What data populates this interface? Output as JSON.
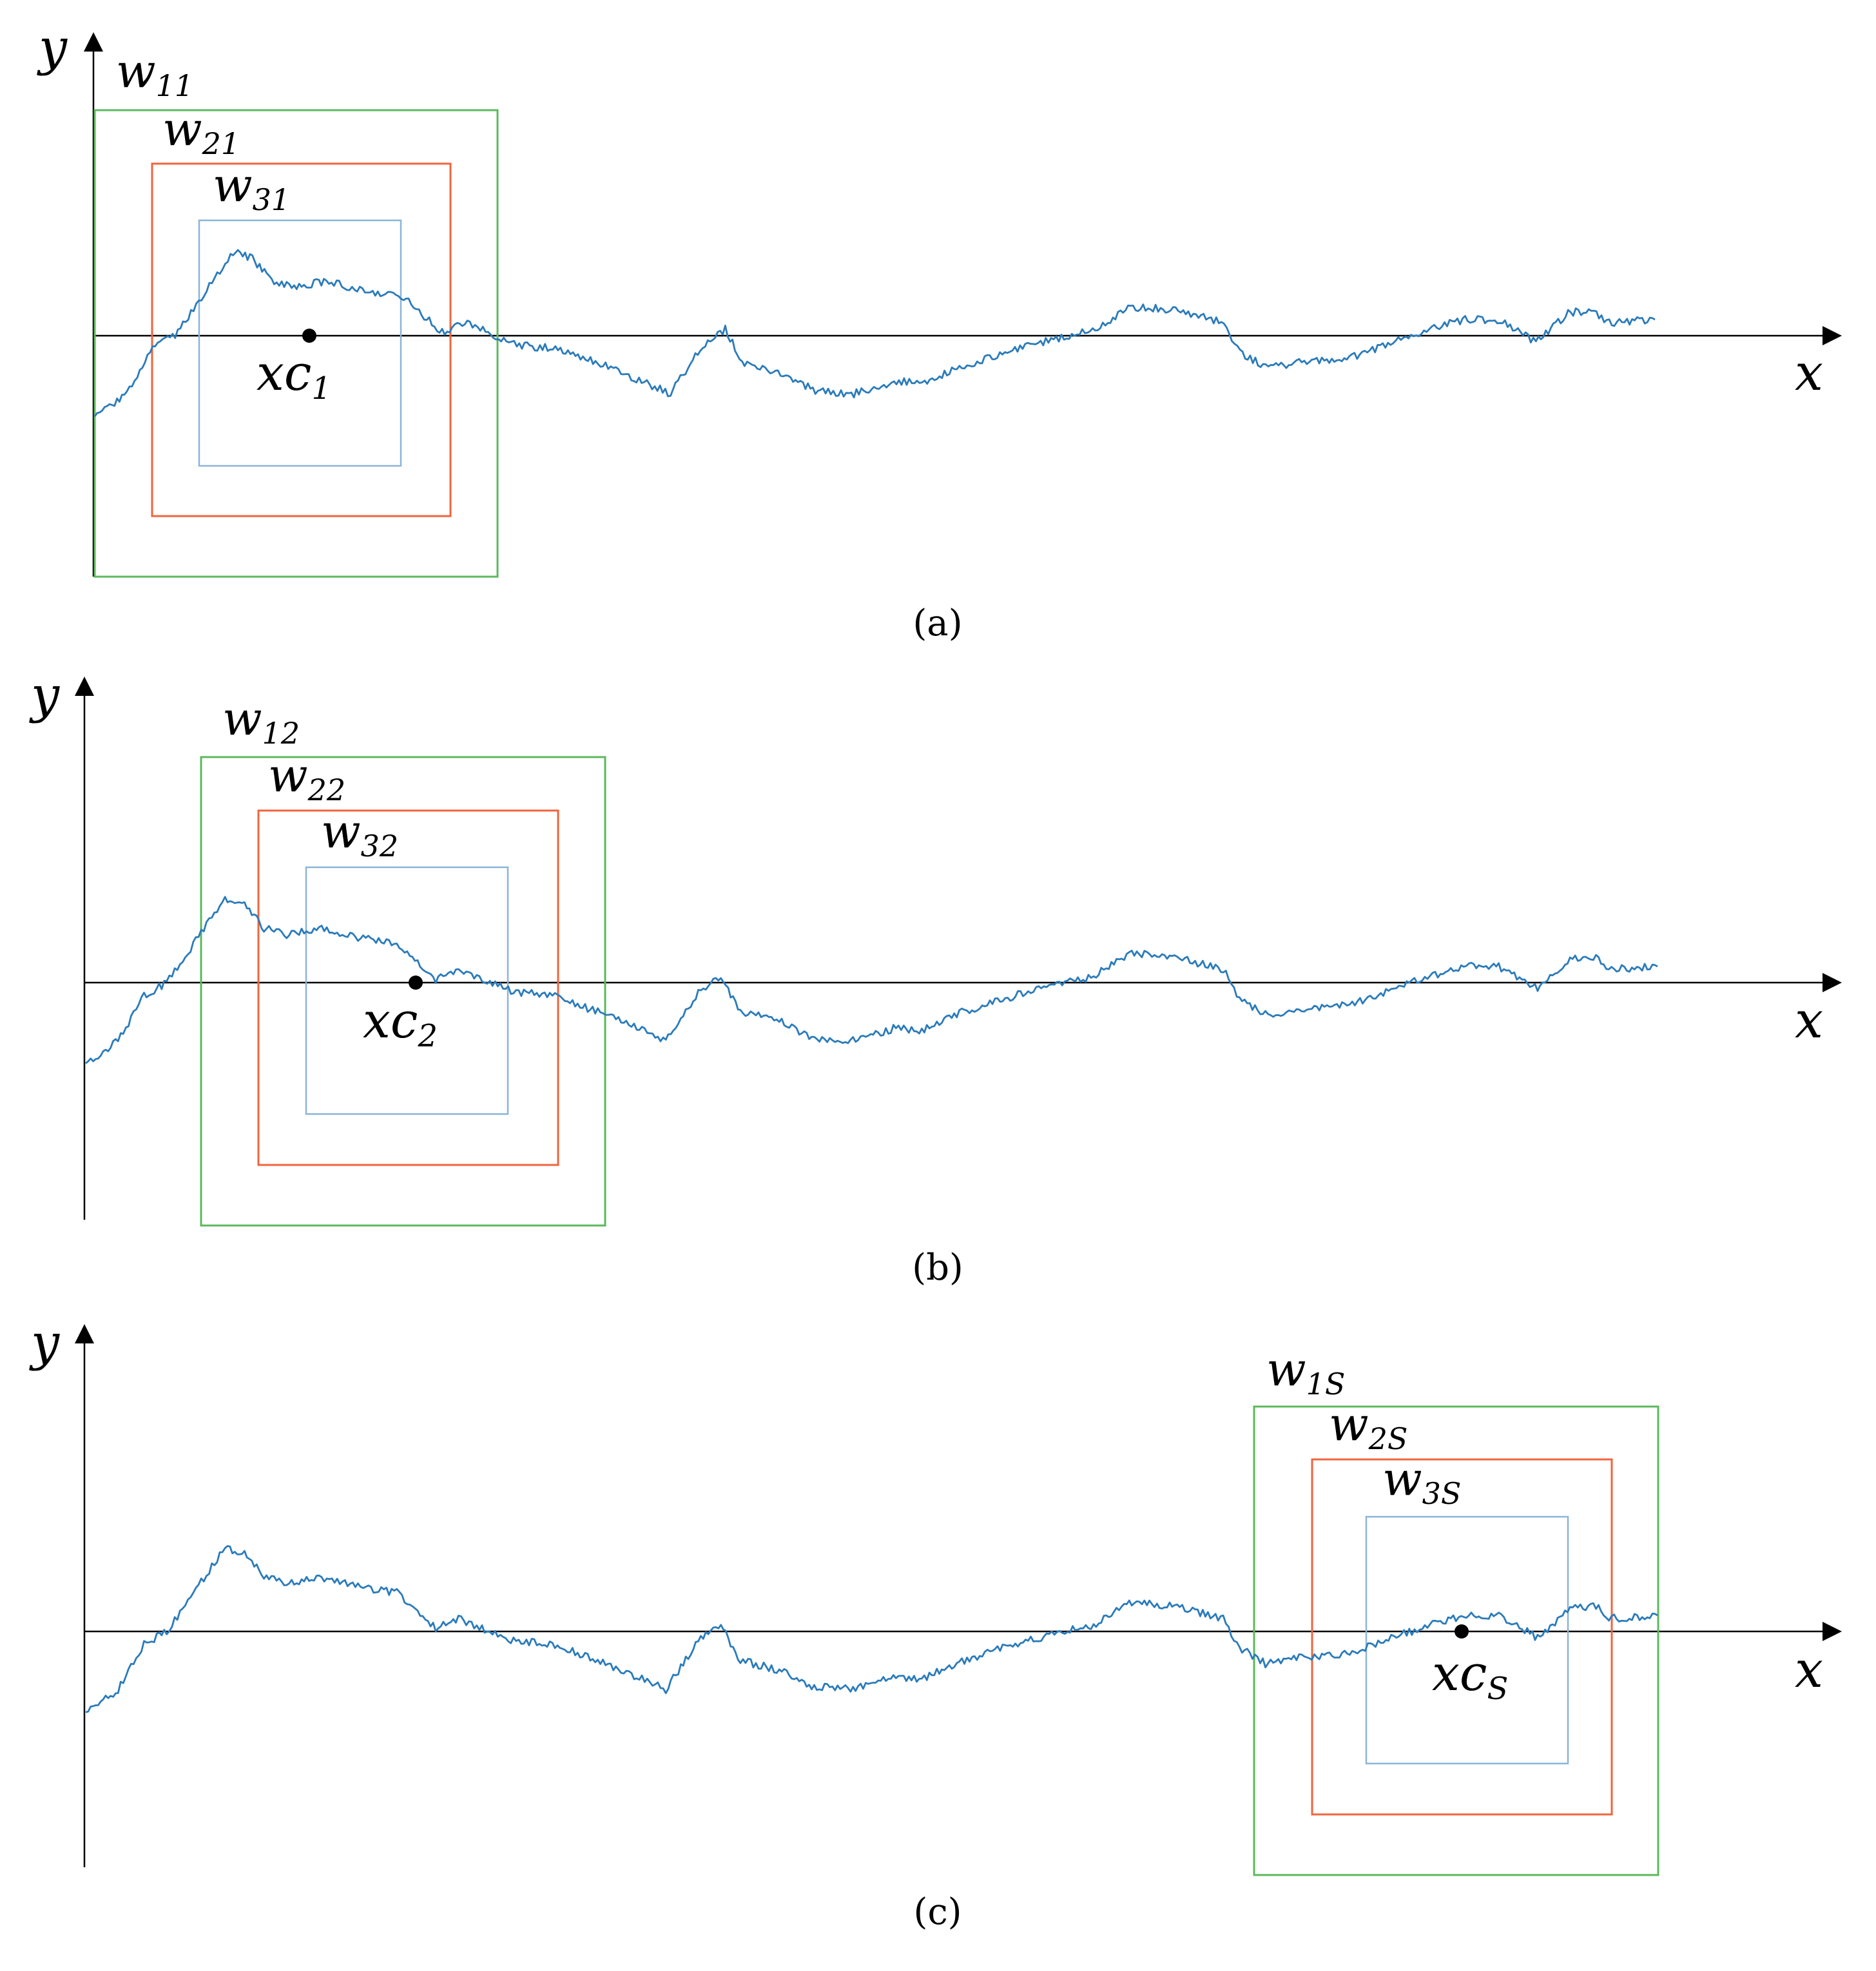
{
  "colors": {
    "axis": "#000000",
    "signal": "#2b7bba",
    "window_1": "#5cb85c",
    "window_2": "#f0643c",
    "window_3": "#8cb4d8"
  },
  "axis_labels": {
    "x": "x",
    "y": "y"
  },
  "panels": [
    {
      "id": "a",
      "caption": "(a)",
      "windows": [
        {
          "label_main": "w",
          "label_sub": "11"
        },
        {
          "label_main": "w",
          "label_sub": "21"
        },
        {
          "label_main": "w",
          "label_sub": "31"
        }
      ],
      "center": {
        "label_main": "xc",
        "label_sub": "1"
      }
    },
    {
      "id": "b",
      "caption": "(b)",
      "windows": [
        {
          "label_main": "w",
          "label_sub": "12"
        },
        {
          "label_main": "w",
          "label_sub": "22"
        },
        {
          "label_main": "w",
          "label_sub": "32"
        }
      ],
      "center": {
        "label_main": "xc",
        "label_sub": "2"
      }
    },
    {
      "id": "c",
      "caption": "(c)",
      "windows": [
        {
          "label_main": "w",
          "label_sub": "1S"
        },
        {
          "label_main": "w",
          "label_sub": "2S"
        },
        {
          "label_main": "w",
          "label_sub": "3S"
        }
      ],
      "center": {
        "label_main": "xc",
        "label_sub": "S"
      }
    }
  ]
}
